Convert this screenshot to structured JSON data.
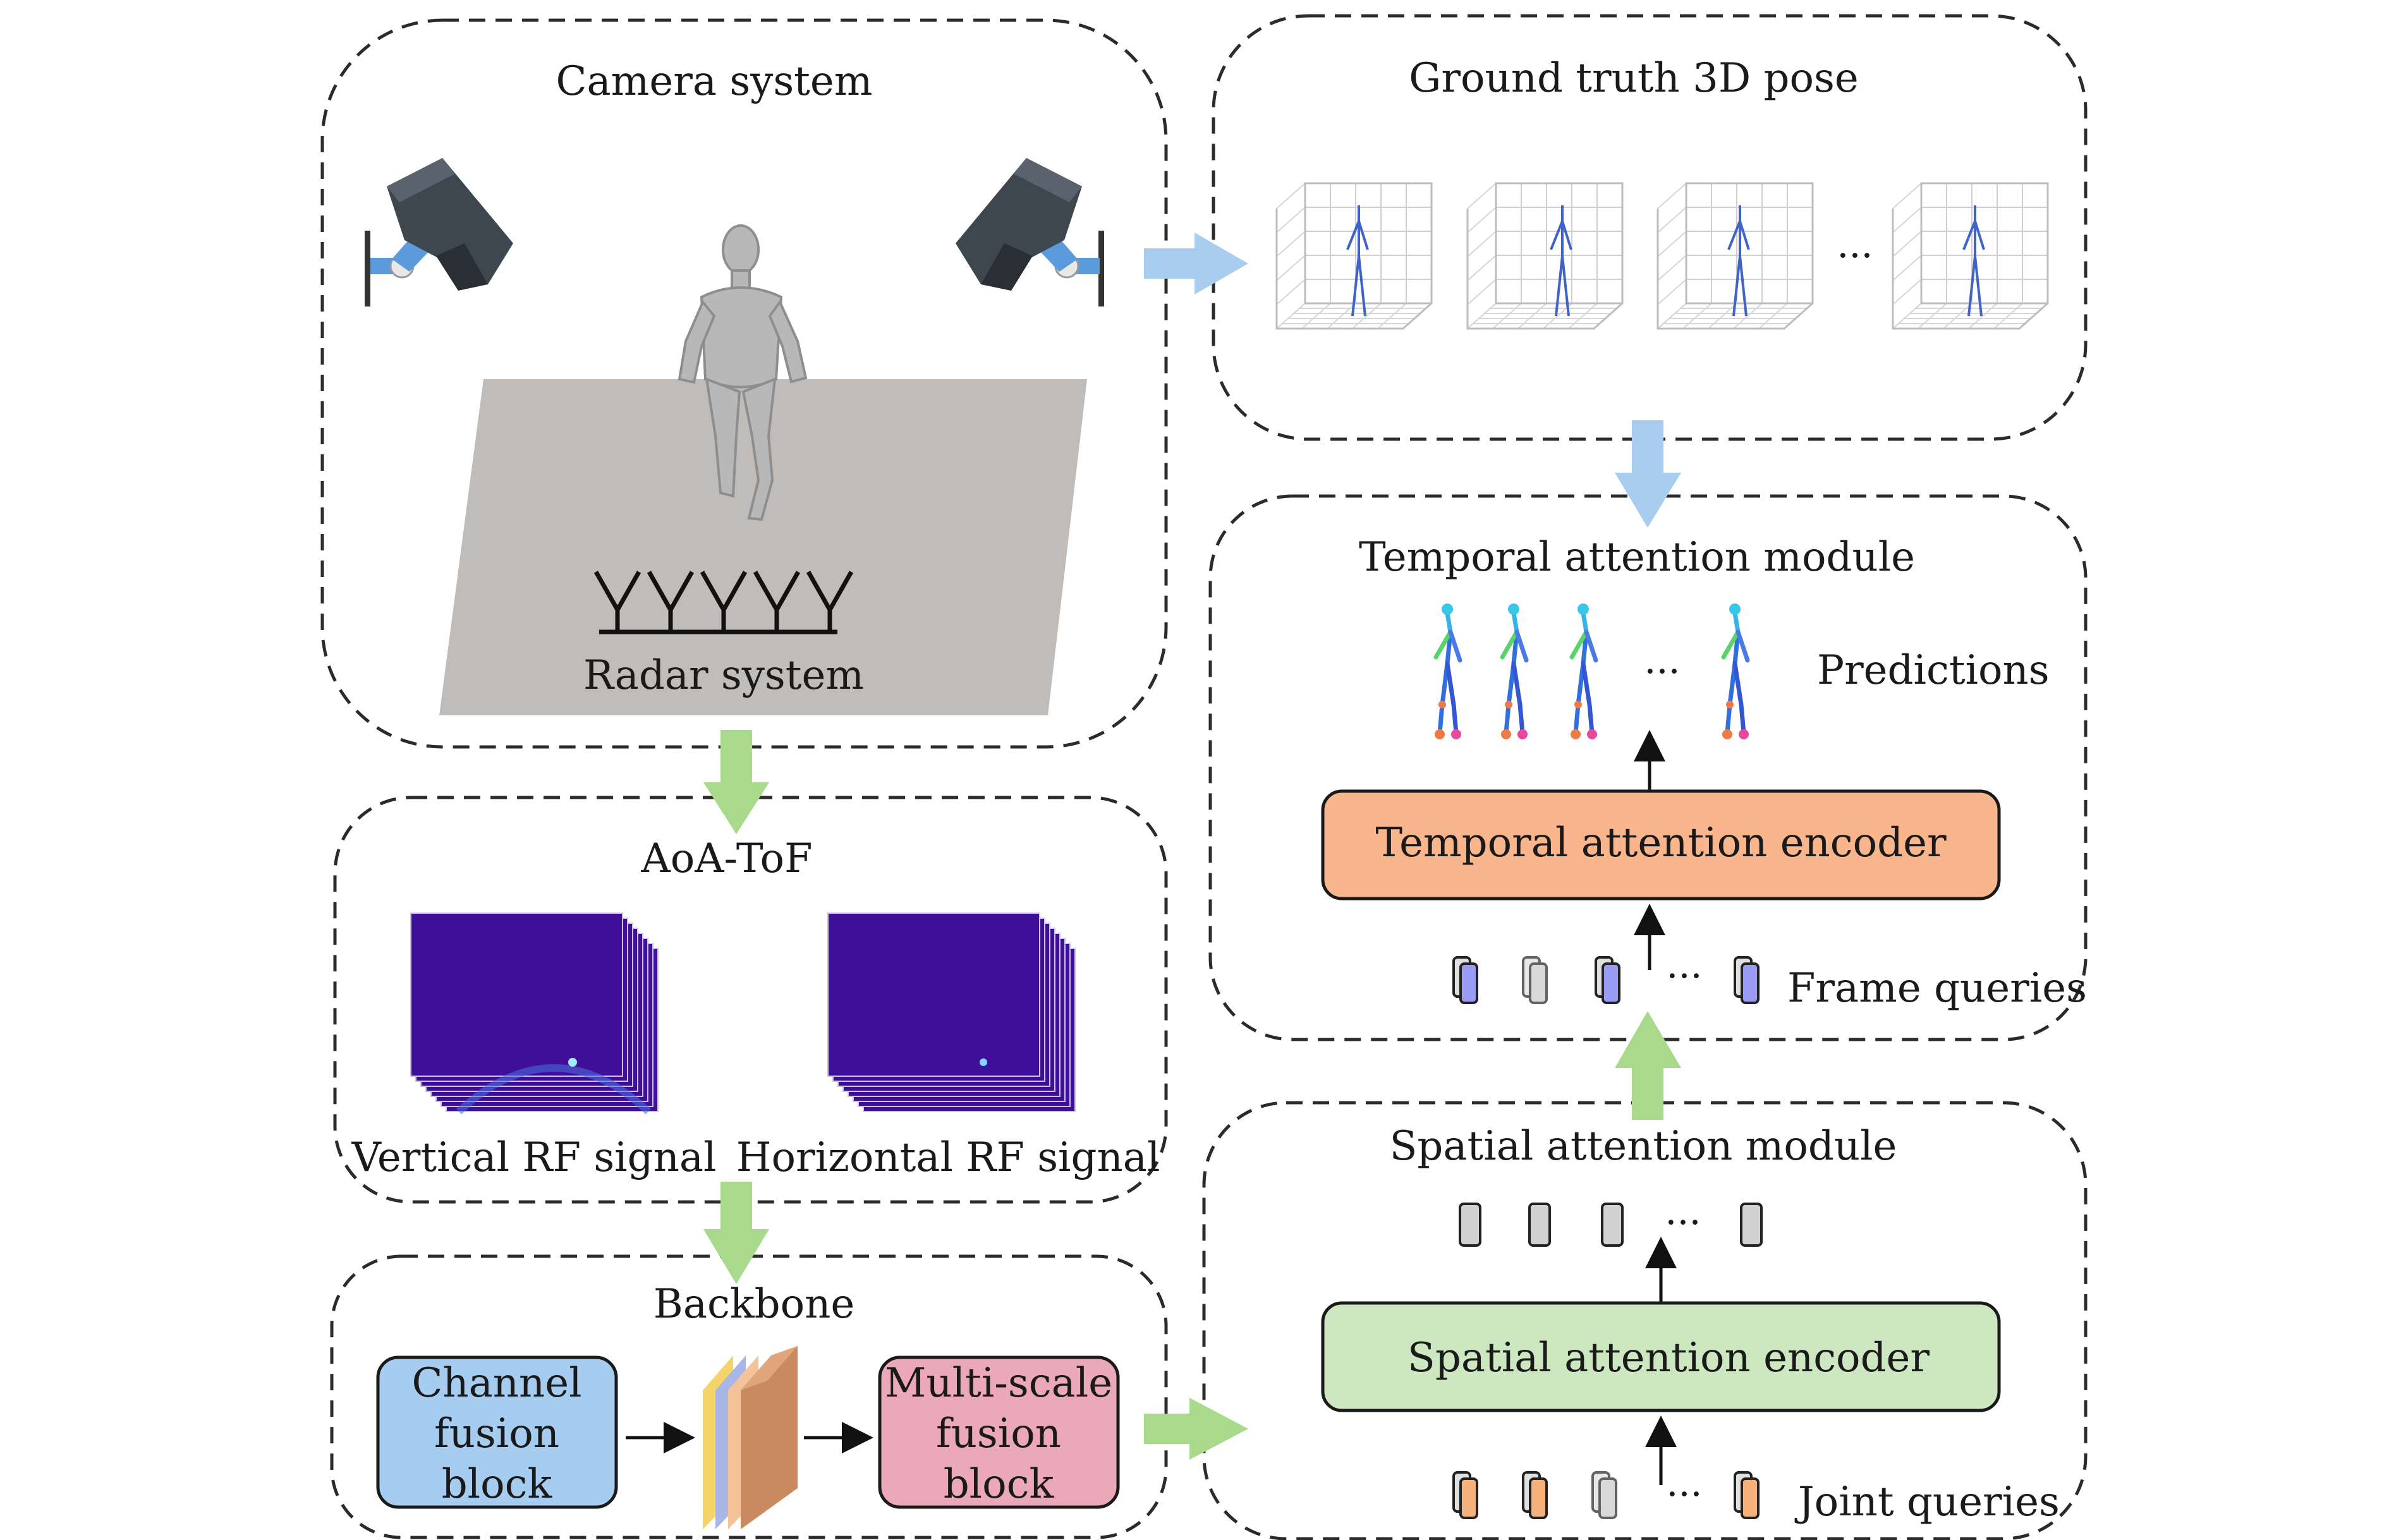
{
  "camera_panel": {
    "title": "Camera system",
    "radar_label": "Radar system"
  },
  "ground_truth_panel": {
    "title": "Ground truth 3D pose",
    "ellipsis": "···"
  },
  "aoa_panel": {
    "title": "AoA-ToF",
    "vertical_label": "Vertical RF signal",
    "horizontal_label": "Horizontal RF signal"
  },
  "backbone_panel": {
    "title": "Backbone",
    "channel_fusion": [
      "Channel",
      "fusion",
      "block"
    ],
    "multiscale_fusion": [
      "Multi-scale",
      "fusion",
      "block"
    ]
  },
  "temporal_panel": {
    "title": "Temporal attention module",
    "predictions_label": "Predictions",
    "encoder_label": "Temporal attention encoder",
    "frame_queries_label": "Frame queries",
    "ellipsis": "···"
  },
  "spatial_panel": {
    "title": "Spatial attention module",
    "encoder_label": "Spatial attention encoder",
    "joint_queries_label": "Joint queries",
    "ellipsis": "···"
  },
  "colors": {
    "camera_arrow": "#a9cdee",
    "radar_arrow": "#a9d98a",
    "temporal_encoder": "#f9b58c",
    "spatial_encoder": "#cde8c0",
    "channel_fusion": "#a6ccef",
    "multiscale_fusion": "#eba8b9",
    "rf_map": "#3f0f9a",
    "frame_query": "#9a9cf4",
    "joint_query": "#f7b27c",
    "neutral_query": "#c9c9c9"
  }
}
